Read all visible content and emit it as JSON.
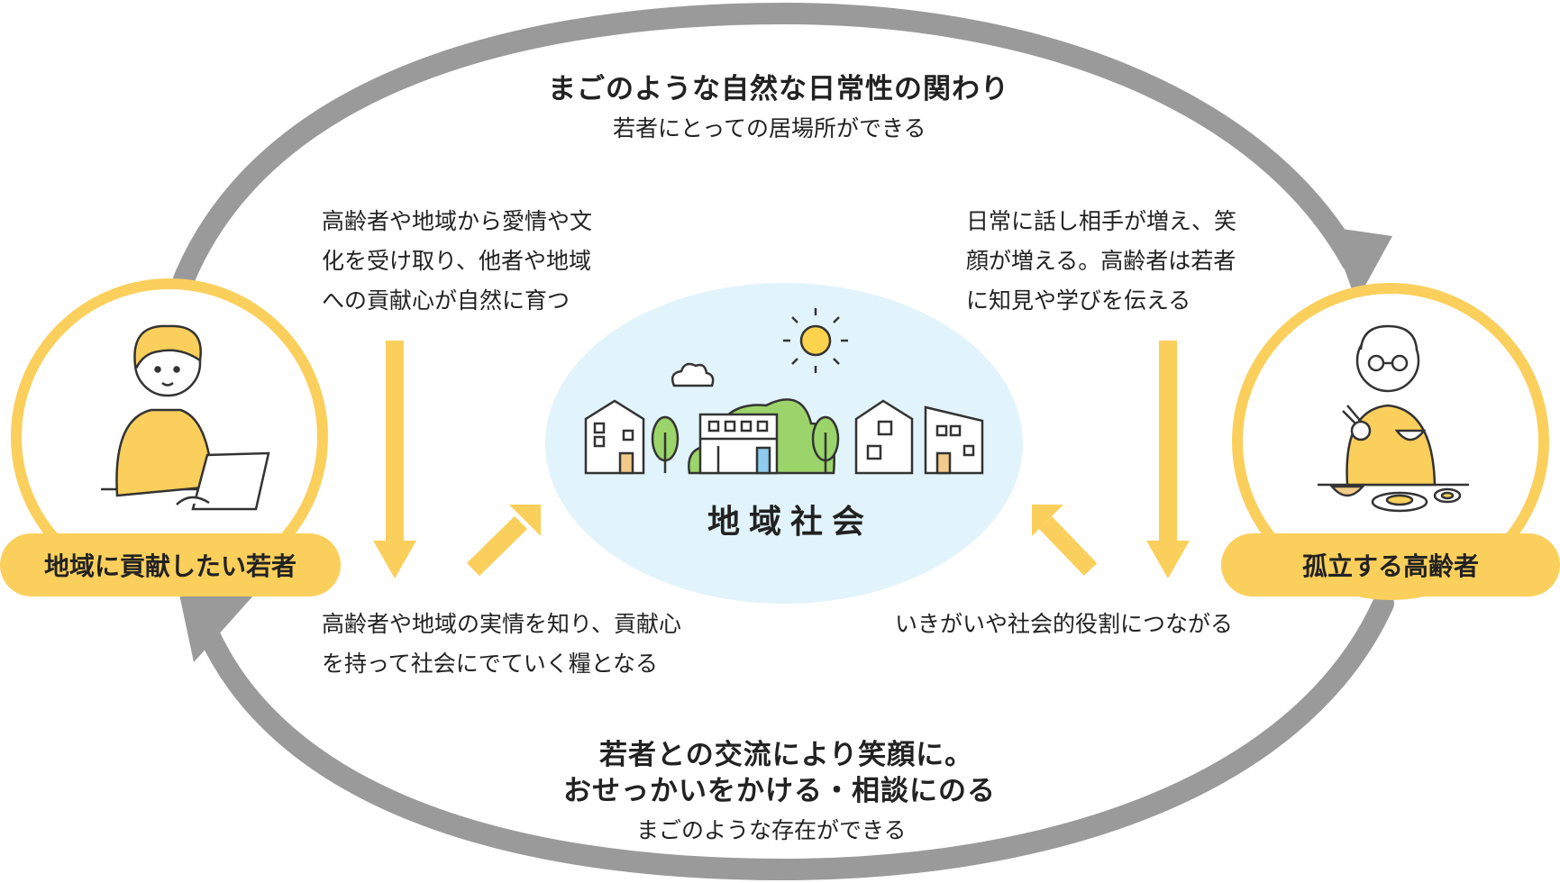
{
  "top": {
    "title": "まごのような自然な日常性の関わり",
    "subtitle": "若者にとっての居場所ができる"
  },
  "bottom": {
    "title_line1": "若者との交流により笑顔に。",
    "title_line2": "おせっかいをかける・相談にのる",
    "subtitle": "まごのような存在ができる"
  },
  "left": {
    "label": "地域に貢献したい若者",
    "upper_text": [
      "高齢者や地域から愛情や文",
      "化を受け取り、他者や地域",
      "への貢献心が自然に育つ"
    ],
    "lower_text": [
      "高齢者や地域の実情を知り、貢献心",
      "を持って社会にでていく糧となる"
    ]
  },
  "right": {
    "label": "孤立する高齢者",
    "upper_text": [
      "日常に話し相手が増え、笑",
      "顔が増える。高齢者は若者",
      "に知見や学びを伝える"
    ],
    "lower_text": [
      "いきがいや社会的役割につながる"
    ]
  },
  "center": {
    "title": "地域社会"
  },
  "colors": {
    "yellow": "#FBCF5B",
    "gray_arrow": "#9A9A9A",
    "light_blue": "#E1F3FB",
    "green": "#9BD46A"
  },
  "icons": [
    "young-person-laptop",
    "elderly-person-eating",
    "town-houses",
    "sun",
    "cloud"
  ]
}
